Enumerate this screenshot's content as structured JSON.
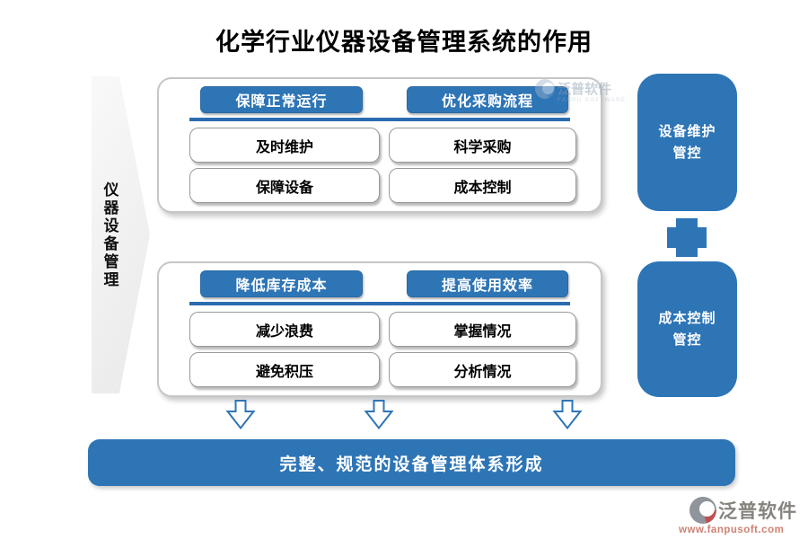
{
  "title": "化学行业仪器设备管理系统的作用",
  "left_banner": {
    "label": "仪器设备管理"
  },
  "panels": [
    {
      "columns": [
        {
          "header": "保障正常运行",
          "items": [
            "及时维护",
            "保障设备"
          ]
        },
        {
          "header": "优化采购流程",
          "items": [
            "科学采购",
            "成本控制"
          ]
        }
      ]
    },
    {
      "columns": [
        {
          "header": "降低库存成本",
          "items": [
            "减少浪费",
            "避免积压"
          ]
        },
        {
          "header": "提高使用效率",
          "items": [
            "掌握情况",
            "分析情况"
          ]
        }
      ]
    }
  ],
  "side_boxes": [
    {
      "line1": "设备维护",
      "line2": "管控"
    },
    {
      "line1": "成本控制",
      "line2": "管控"
    }
  ],
  "bottom_bar": {
    "label": "完整、规范的设备管理体系形成"
  },
  "watermark": {
    "brand": "泛普软件",
    "caption": "FANPU SOFTWARE"
  },
  "footer_logo": {
    "brand": "泛普软件",
    "url": "www.fanpusoft.com"
  },
  "colors": {
    "accent_blue": "#2E75B6",
    "dark_blue": "#1F4E79",
    "logo_red": "#C0504D",
    "banner_gray": "#EFEFEF"
  }
}
